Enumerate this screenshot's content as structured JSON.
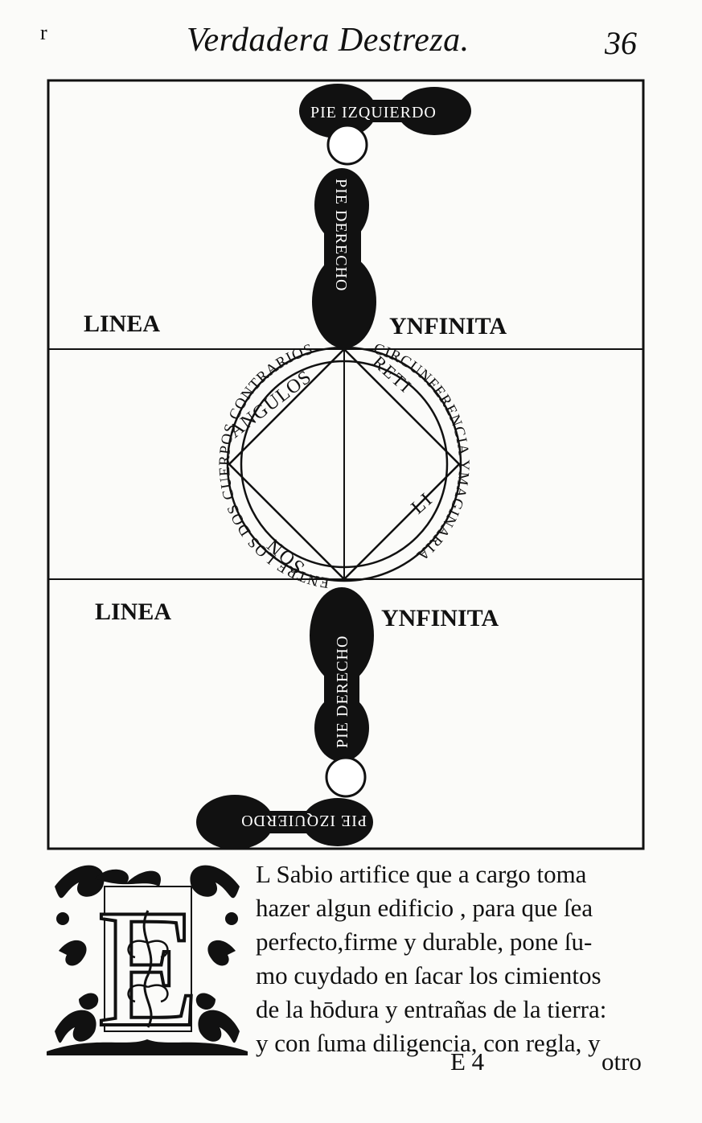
{
  "header": {
    "title": "Verdadera Destreza.",
    "page_number": "36",
    "mark": "r"
  },
  "figure": {
    "line_upper_left": "LINEA",
    "line_upper_right": "YNFINITA",
    "line_lower_left": "LINEA",
    "line_lower_right": "YNFINITA",
    "foot_top": "PIE IZQUIERDO",
    "foot_right_upper": "PIE DERECHO",
    "foot_right_lower": "PIE DERECHO",
    "foot_bottom": "PIE IZQUIERDO",
    "ring_left": "ENTRE LOS DOS CUERPOS CONTRARIOS",
    "ring_right": "CIRCUNFERENCIA YMAGINARIA",
    "inner_top_left": "ANGULOS",
    "inner_top_right": "RETI",
    "inner_bottom_left": "SON",
    "inner_bottom_right": "LI"
  },
  "text": {
    "initial": "E",
    "lines": [
      "L Sabio artifice que a cargo toma",
      "hazer algun edificio , para que ſea",
      "perfecto,firme y durable, pone ſu-",
      "mo cuydado en ſacar los cimientos",
      "de la hōdura y entrañas de la tierra:",
      "y con ſuma diligencia, con regla, y"
    ],
    "signature": "E 4",
    "catchword": "otro"
  }
}
